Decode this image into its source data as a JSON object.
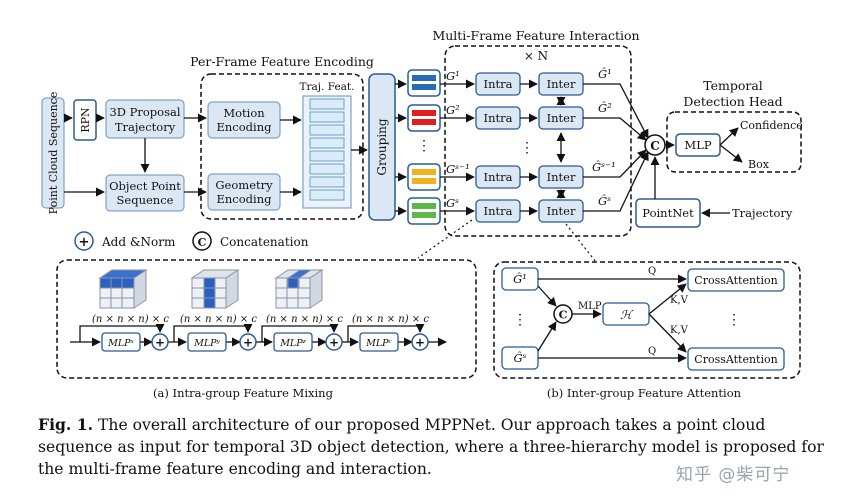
{
  "sections": {
    "per_frame": "Per-Frame Feature Encoding",
    "multi_frame": "Multi-Frame Feature Interaction",
    "repeat": "× N",
    "temporal_head_1": "Temporal",
    "temporal_head_2": "Detection Head"
  },
  "blocks": {
    "point_cloud_sequence": "Point Cloud Sequence",
    "rpn": "RPN",
    "proposal_1": "3D Proposal",
    "proposal_2": "Trajectory",
    "object_points_1": "Object Point",
    "object_points_2": "Sequence",
    "motion_1": "Motion",
    "motion_2": "Encoding",
    "geometry_1": "Geometry",
    "geometry_2": "Encoding",
    "traj_feat": "Traj. Feat.",
    "grouping": "Grouping",
    "intra": "Intra",
    "inter": "Inter",
    "mlp": "MLP",
    "confidence": "Confidence",
    "box": "Box",
    "pointnet": "PointNet",
    "trajectory": "Trajectory",
    "concat_symbol": "C",
    "add_symbol": "+"
  },
  "group_labels": [
    "G¹",
    "G²",
    "Gˢ⁻¹",
    "Gˢ"
  ],
  "out_labels": [
    "Ĝ¹",
    "Ĝ²",
    "Ĝˢ⁻¹",
    "Ĝˢ"
  ],
  "group_colors": [
    "#2a6bb8",
    "#e02020",
    "#f0b020",
    "#5cb848"
  ],
  "legend": {
    "add_norm": "Add &Norm",
    "concat": "Concatenation"
  },
  "intra_mixing": {
    "dims": "(n × n × n) × c",
    "mlps": [
      "MLPˣ",
      "MLPʸ",
      "MLPᶻ",
      "MLPᶜ"
    ],
    "caption": "(a) Intra-group Feature Mixing"
  },
  "inter_attention": {
    "g1": "Ĝ¹",
    "gs": "Ĝˢ",
    "mlp": "MLP",
    "h": "ℋ",
    "q": "Q",
    "kv": "K,V",
    "cross_attention": "CrossAttention",
    "caption": "(b) Inter-group Feature Attention"
  },
  "caption": {
    "label": "Fig. 1.",
    "text": " The overall architecture of our proposed MPPNet. Our approach takes a point cloud sequence as input for temporal 3D object detection, where a three-hierarchy model is proposed for the multi-frame feature encoding and interaction."
  },
  "watermark": "知乎 @柴可宁"
}
